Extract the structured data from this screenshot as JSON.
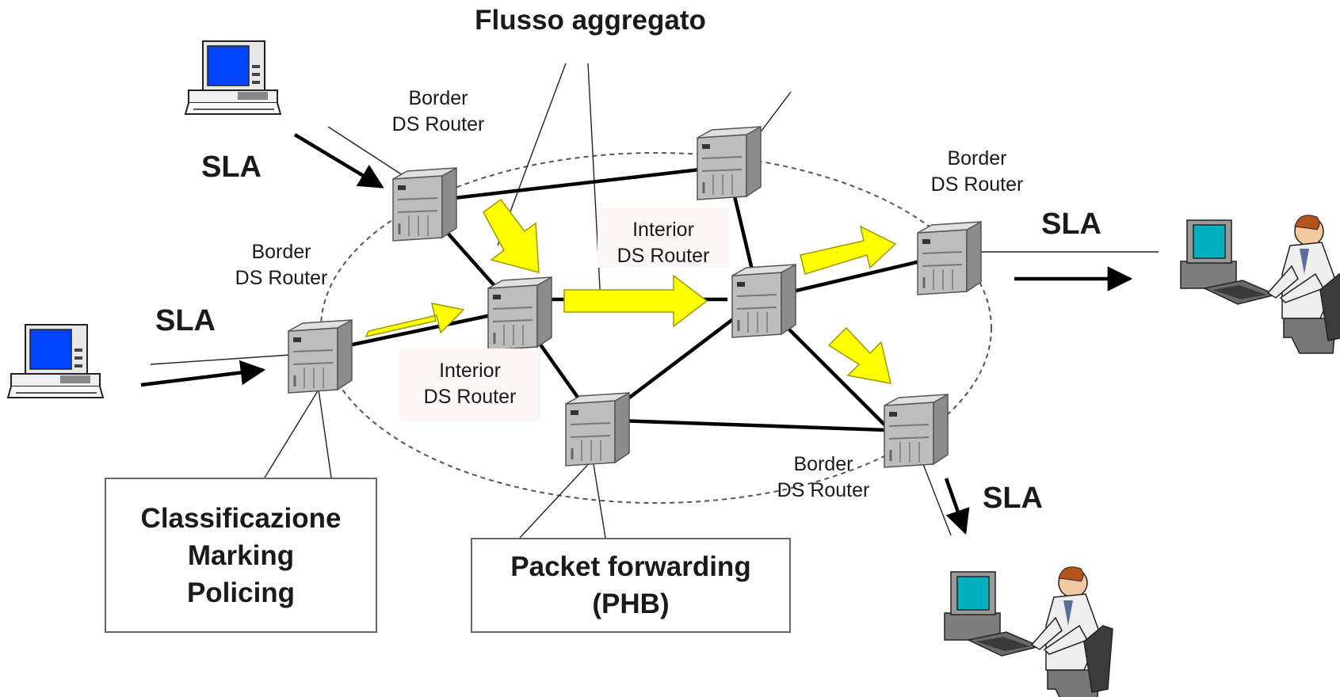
{
  "title": "Flusso aggregato",
  "labels": {
    "border_top_left": [
      "Border",
      "DS Router"
    ],
    "border_left": [
      "Border",
      "DS Router"
    ],
    "border_right": [
      "Border",
      "DS Router"
    ],
    "border_bottom": [
      "Border",
      "DS Router"
    ],
    "interior_center": [
      "Interior",
      "DS Router"
    ],
    "interior_left": [
      "Interior",
      "DS Router"
    ]
  },
  "sla": [
    "SLA",
    "SLA",
    "SLA",
    "SLA"
  ],
  "boxes": {
    "edge_functions": [
      "Classificazione",
      "Marking",
      "Policing"
    ],
    "core_functions": [
      "Packet forwarding",
      "(PHB)"
    ]
  },
  "colors": {
    "flow_arrow": "#ffff00",
    "flow_arrow_stroke": "#9a9a00",
    "link": "#000000",
    "domain_boundary": "#555555",
    "screen": "#0044ff",
    "teal_screen": "#00b0c0"
  },
  "icons": [
    "router-icon",
    "computer-terminal-icon",
    "user-at-workstation-icon"
  ]
}
